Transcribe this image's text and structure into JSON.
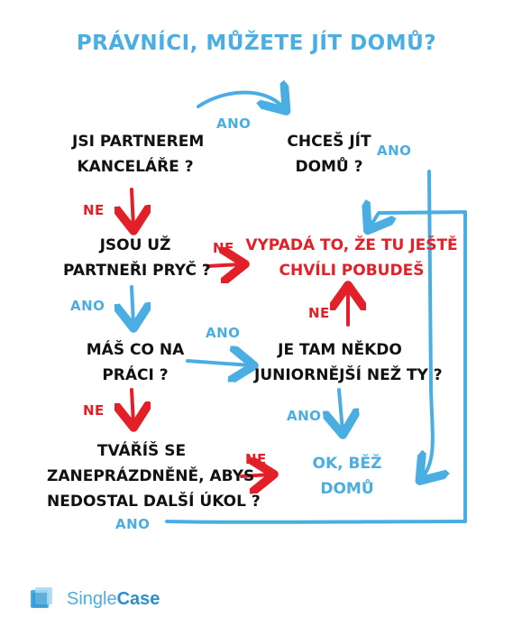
{
  "title": "PRÁVNÍCI, MŮŽETE JÍT DOMŮ?",
  "nodes": {
    "partner": [
      "JSI PARTNEREM",
      "KANCELÁŘE ?"
    ],
    "go_home": [
      "CHCEŠ JÍT",
      "DOMŮ ?"
    ],
    "partners_gone": [
      "JSOU UŽ",
      "PARTNEŘI PRYČ ?"
    ],
    "stay": [
      "VYPADÁ TO, ŽE TU JEŠTĚ",
      "CHVÍLI POBUDEŠ"
    ],
    "work": [
      "MÁŠ CO NA",
      "PRÁCI ?"
    ],
    "junior": [
      "JE TAM NĚKDO",
      "JUNIORNĚJŠÍ NEŽ TY ?"
    ],
    "pretend": [
      "TVÁŘÍŠ SE",
      "ZANEPRÁZDNĚNĚ, ABYS",
      "NEDOSTAL DALŠÍ ÚKOL ?"
    ],
    "ok": [
      "OK, BĚŽ",
      "DOMŮ"
    ]
  },
  "labels": {
    "ano_top": "ANO",
    "ano_right": "ANO",
    "ne_1": "NE",
    "ne_2": "NE",
    "ano_left": "ANO",
    "ne_up": "NE",
    "ano_mid": "ANO",
    "ne_3": "NE",
    "ano_junior": "ANO",
    "ne_4": "NE",
    "ano_bottom": "ANO"
  },
  "logo": {
    "part1": "Single",
    "part2": "Case"
  },
  "colors": {
    "blue": "#4aaee3",
    "red": "#e32028",
    "text": "#111111"
  }
}
